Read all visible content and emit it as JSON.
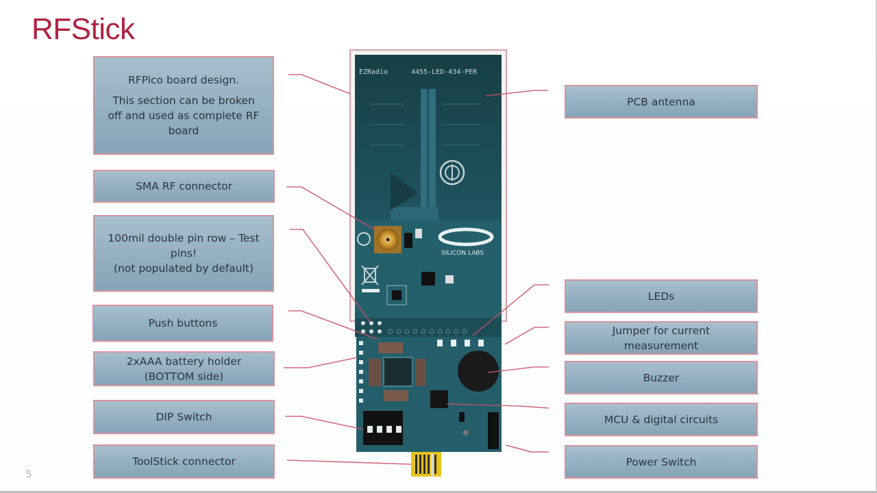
{
  "slide": {
    "title": "RFStick",
    "page_number": "5"
  },
  "board": {
    "silkscreen_left": "EZRadio",
    "silkscreen_right": "4455-LED-434-PER",
    "brand": "SILICON LABS"
  },
  "callouts_left": [
    {
      "id": "rfpico",
      "lines": [
        "RFPico board design."
      ],
      "extra_lines": [
        "This section can be broken",
        "off and used as complete RF",
        "board"
      ]
    },
    {
      "id": "sma",
      "lines": [
        "SMA RF connector"
      ]
    },
    {
      "id": "pinrow",
      "lines": [
        "100mil double pin row – Test",
        "pins!",
        "(not populated by default)"
      ]
    },
    {
      "id": "pushbuttons",
      "lines": [
        "Push buttons"
      ]
    },
    {
      "id": "battery",
      "lines": [
        "2xAAA battery holder",
        "(BOTTOM side)"
      ]
    },
    {
      "id": "dip",
      "lines": [
        "DIP Switch"
      ]
    },
    {
      "id": "toolstick",
      "lines": [
        "ToolStick connector"
      ]
    }
  ],
  "callouts_right": [
    {
      "id": "antenna",
      "lines": [
        "PCB antenna"
      ]
    },
    {
      "id": "leds",
      "lines": [
        "LEDs"
      ]
    },
    {
      "id": "jumper",
      "lines": [
        "Jumper for current",
        "measurement"
      ]
    },
    {
      "id": "buzzer",
      "lines": [
        "Buzzer"
      ]
    },
    {
      "id": "mcu",
      "lines": [
        "MCU & digital circuits"
      ]
    },
    {
      "id": "power",
      "lines": [
        "Power Switch"
      ]
    }
  ],
  "colors": {
    "title": "#b0223f",
    "callout_fill": "#93afc1",
    "callout_border": "#d9939f",
    "leader_line": "#c9506a",
    "pcb": "#1d4f58"
  }
}
